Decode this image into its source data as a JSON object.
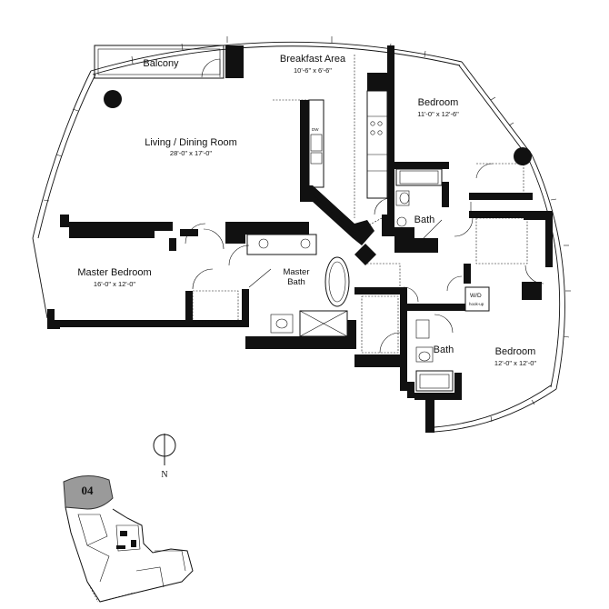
{
  "rooms": {
    "balcony": {
      "name": "Balcony"
    },
    "breakfast_area": {
      "name": "Breakfast Area",
      "dims": "10'-6\" x 6'-6\""
    },
    "bedroom_north": {
      "name": "Bedroom",
      "dims": "11'-0\" x 12'-6\""
    },
    "living_dining": {
      "name": "Living / Dining Room",
      "dims": "28'-0\" x 17'-0\""
    },
    "bath_north": {
      "name": "Bath"
    },
    "master_bedroom": {
      "name": "Master Bedroom",
      "dims": "16'-0\" x 12'-0\""
    },
    "master_bath": {
      "name": "Master",
      "name2": "Bath"
    },
    "bath_south": {
      "name": "Bath"
    },
    "bedroom_south": {
      "name": "Bedroom",
      "dims": "12'-0\" x 12'-0\""
    }
  },
  "fixtures": {
    "washer_dryer": {
      "label": "W/D",
      "sublabel": "hook-up"
    },
    "dishwasher": {
      "label": "DW"
    }
  },
  "compass": {
    "label": "N"
  },
  "key_plan": {
    "unit_number": "04"
  }
}
